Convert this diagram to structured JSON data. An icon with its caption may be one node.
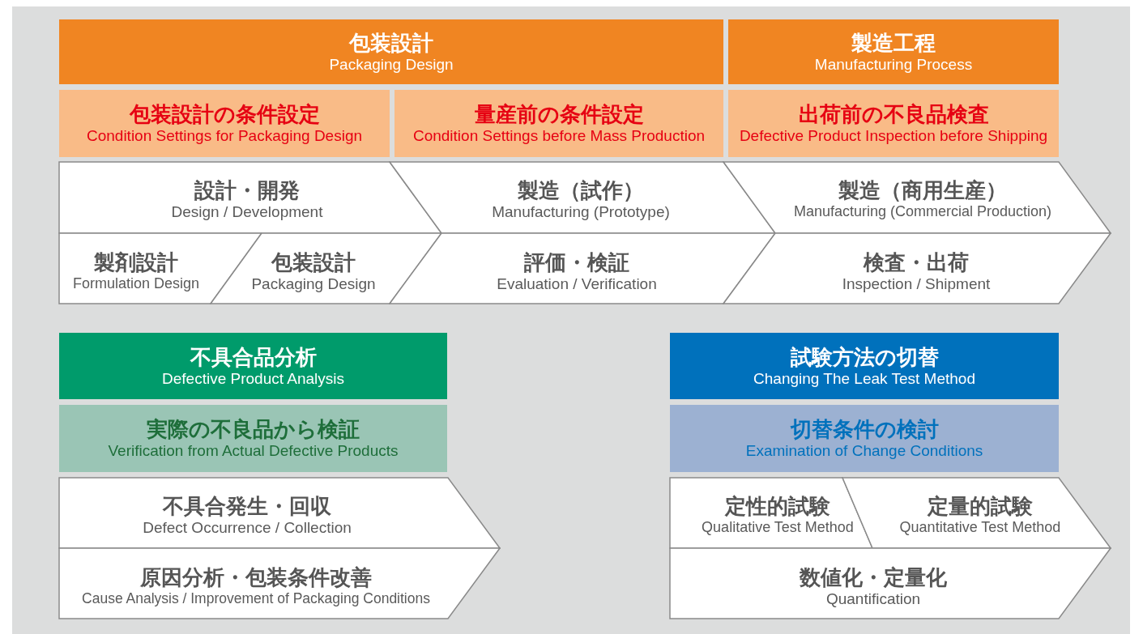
{
  "diagram": {
    "nodes": [
      {
        "text": [
          "包装設計",
          "Packaging Design"
        ]
      },
      {
        "text": [
          "製造工程",
          "Manufacturing Process"
        ]
      },
      {
        "text": [
          "包装設計の条件設定",
          "Condition Settings for Packaging Design"
        ]
      },
      {
        "text": [
          "量産前の条件設定",
          "Condition Settings before Mass Production"
        ]
      },
      {
        "text": [
          "出荷前の不良品検査",
          "Defective Product Inspection before Shipping"
        ]
      },
      {
        "text": [
          "設計・開発",
          "Design / Development"
        ]
      },
      {
        "text": [
          "製造（試作）",
          "Manufacturing (Prototype)"
        ]
      },
      {
        "text": [
          "製造（商用生産）",
          "Manufacturing (Commercial Production)"
        ]
      },
      {
        "text": [
          "製剤設計",
          "Formulation Design"
        ]
      },
      {
        "text": [
          "包装設計",
          "Packaging Design"
        ]
      },
      {
        "text": [
          "評価・検証",
          "Evaluation / Verification"
        ]
      },
      {
        "text": [
          "検査・出荷",
          "Inspection / Shipment"
        ]
      },
      {
        "text": [
          "不具合品分析",
          "Defective Product Analysis"
        ]
      },
      {
        "text": [
          "試験方法の切替",
          "Changing The Leak Test Method"
        ]
      },
      {
        "text": [
          "実際の不良品から検証",
          "Verification from Actual Defective Products"
        ]
      },
      {
        "text": [
          "切替条件の検討",
          "Examination of Change Conditions"
        ]
      },
      {
        "text": [
          "不具合発生・回収",
          "Defect Occurrence / Collection"
        ]
      },
      {
        "text": [
          "定性的試験",
          "Qualitative Test Method"
        ]
      },
      {
        "text": [
          "定量的試験",
          "Quantitative Test Method"
        ]
      },
      {
        "text": [
          "原因分析・包装条件改善",
          "Cause Analysis / Improvement of Packaging Conditions"
        ]
      },
      {
        "text": [
          "数値化・定量化",
          "Quantification"
        ]
      }
    ]
  }
}
